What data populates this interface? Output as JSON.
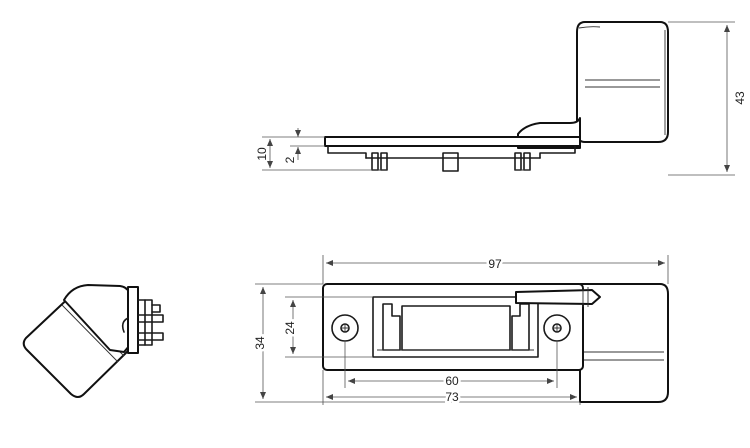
{
  "dimensions": {
    "overall_height": "43",
    "flange_thickness": "10",
    "step": "2",
    "overall_length": "97",
    "plate_height": "24",
    "overall_width": "34",
    "hole_spacing": "60",
    "plate_length": "73"
  },
  "colors": {
    "line": "#1a1a1a",
    "dimension": "#555555",
    "background": "#ffffff"
  }
}
